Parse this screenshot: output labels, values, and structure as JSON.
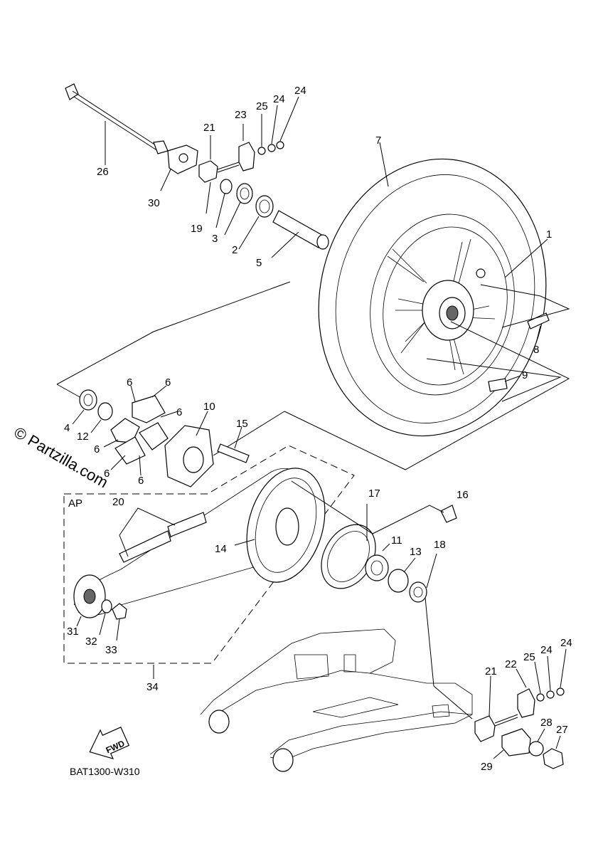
{
  "watermark": "© Partzilla.com",
  "diagram_code": "BAT1300-W310",
  "fwd_label": "FWD",
  "ap_label": "AP",
  "callouts": {
    "c26": "26",
    "c30": "30",
    "c21a": "21",
    "c23": "23",
    "c25a": "25",
    "c24a": "24",
    "c24b": "24",
    "c19": "19",
    "c3": "3",
    "c2": "2",
    "c5": "5",
    "c7": "7",
    "c1": "1",
    "c8": "8",
    "c9": "9",
    "c4": "4",
    "c12": "12",
    "c6a": "6",
    "c6b": "6",
    "c6c": "6",
    "c6d": "6",
    "c6e": "6",
    "c6f": "6",
    "c10": "10",
    "c15": "15",
    "c20": "20",
    "c14": "14",
    "c17": "17",
    "c16": "16",
    "c11": "11",
    "c13": "13",
    "c18": "18",
    "c31": "31",
    "c32": "32",
    "c33": "33",
    "c34": "34",
    "c21b": "21",
    "c22": "22",
    "c25b": "25",
    "c24c": "24",
    "c24d": "24",
    "c28": "28",
    "c27": "27",
    "c29": "29"
  }
}
